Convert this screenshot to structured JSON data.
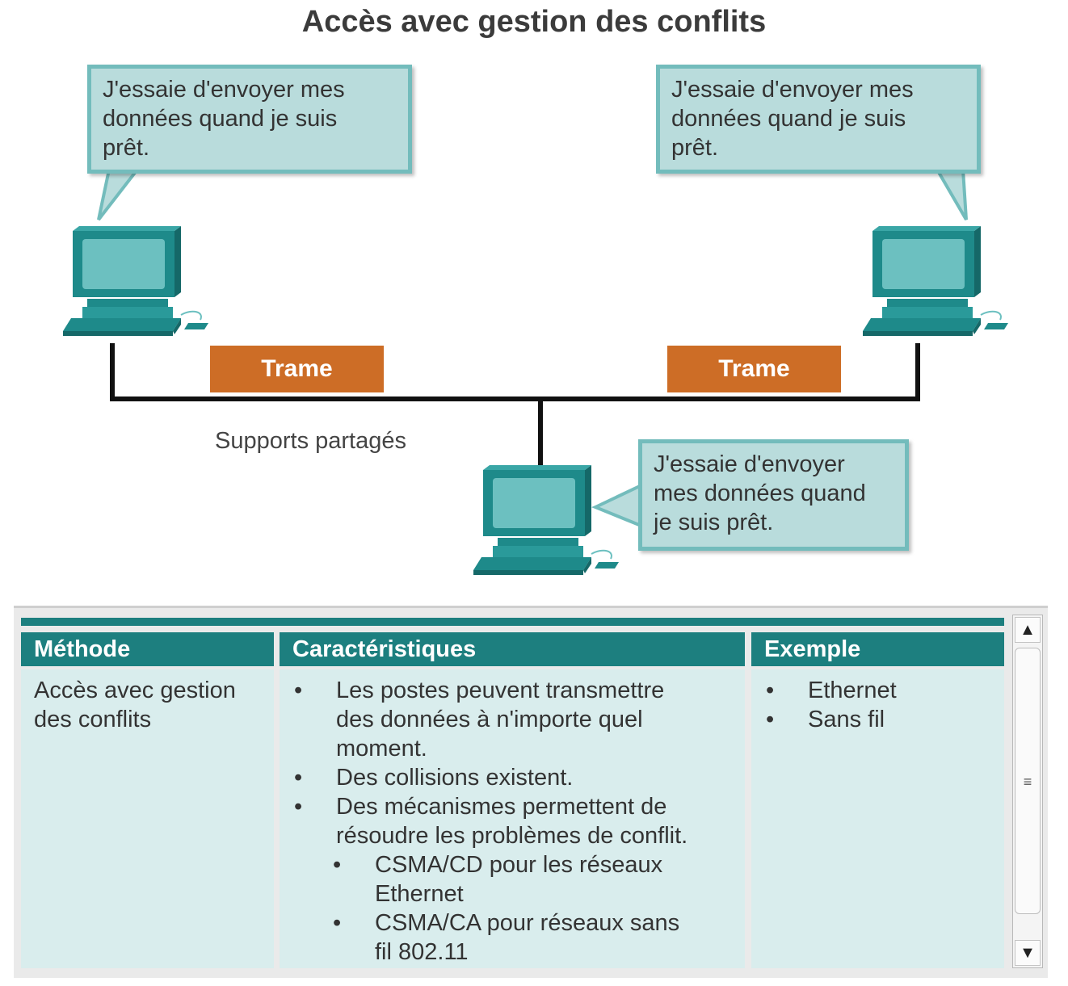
{
  "title": "Accès avec gestion des conflits",
  "bubbles": {
    "left": [
      "J'essaie d'envoyer mes",
      "données quand je suis",
      "prêt."
    ],
    "right": [
      "J'essaie d'envoyer mes",
      "données quand je suis",
      "prêt."
    ],
    "bottom": [
      "J'essaie d'envoyer",
      "mes données quand",
      "je suis prêt."
    ]
  },
  "frames": {
    "left": "Trame",
    "right": "Trame"
  },
  "media_label": "Supports partagés",
  "table": {
    "headers": {
      "method": "Méthode",
      "characteristics": "Caractéristiques",
      "example": "Exemple"
    },
    "method_lines": [
      "Accès avec gestion",
      "des conflits"
    ],
    "characteristics": [
      {
        "level": 1,
        "lines": [
          "Les postes peuvent transmettre",
          "des données à n'importe quel",
          "moment."
        ]
      },
      {
        "level": 1,
        "lines": [
          "Des collisions existent."
        ]
      },
      {
        "level": 1,
        "lines": [
          "Des mécanismes permettent de",
          "résoudre les problèmes de conflit."
        ]
      },
      {
        "level": 2,
        "lines": [
          "CSMA/CD pour les réseaux",
          "Ethernet"
        ]
      },
      {
        "level": 2,
        "lines": [
          "CSMA/CA pour réseaux sans",
          "fil 802.11"
        ]
      }
    ],
    "examples": [
      "Ethernet",
      "Sans fil"
    ],
    "bullet": "•"
  },
  "colors": {
    "teal_dark": "#1d7f7f",
    "computer": "#1e8a8a",
    "bubble_fill": "#b9dcdc",
    "frame_fill": "#cd6d26"
  },
  "icons": {
    "computer": "desktop-computer-icon",
    "scroll_up": "scroll-up-arrow-icon",
    "scroll_down": "scroll-down-arrow-icon",
    "grip": "scroll-grip-icon"
  }
}
